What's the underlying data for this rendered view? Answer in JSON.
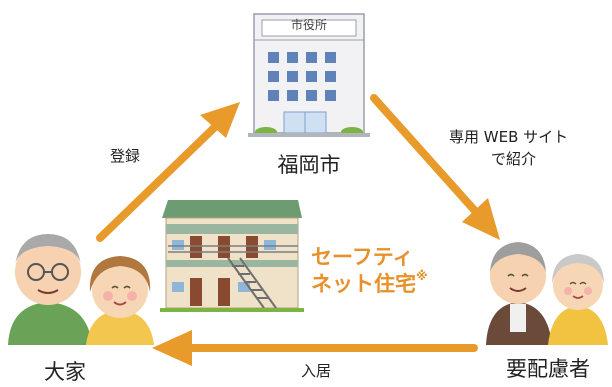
{
  "colors": {
    "arrow": "#e89a2a",
    "accent": "#e8902a",
    "text": "#222222"
  },
  "city_hall": {
    "sign": "市役所",
    "caption": "福岡市",
    "icon": "city-hall-building-icon"
  },
  "landlord": {
    "caption": "大家",
    "icon": "elderly-couple-icon"
  },
  "tenant": {
    "caption": "要配慮者",
    "icon": "elderly-couple-icon"
  },
  "housing": {
    "title_line1": "セーフティ",
    "title_line2": "ネット住宅",
    "note_mark": "※",
    "icon": "apartment-building-icon"
  },
  "arrows": {
    "register": "登録",
    "introduce_line1": "専用 WEB サイト",
    "introduce_line2": "で紹介",
    "move_in": "入居"
  }
}
